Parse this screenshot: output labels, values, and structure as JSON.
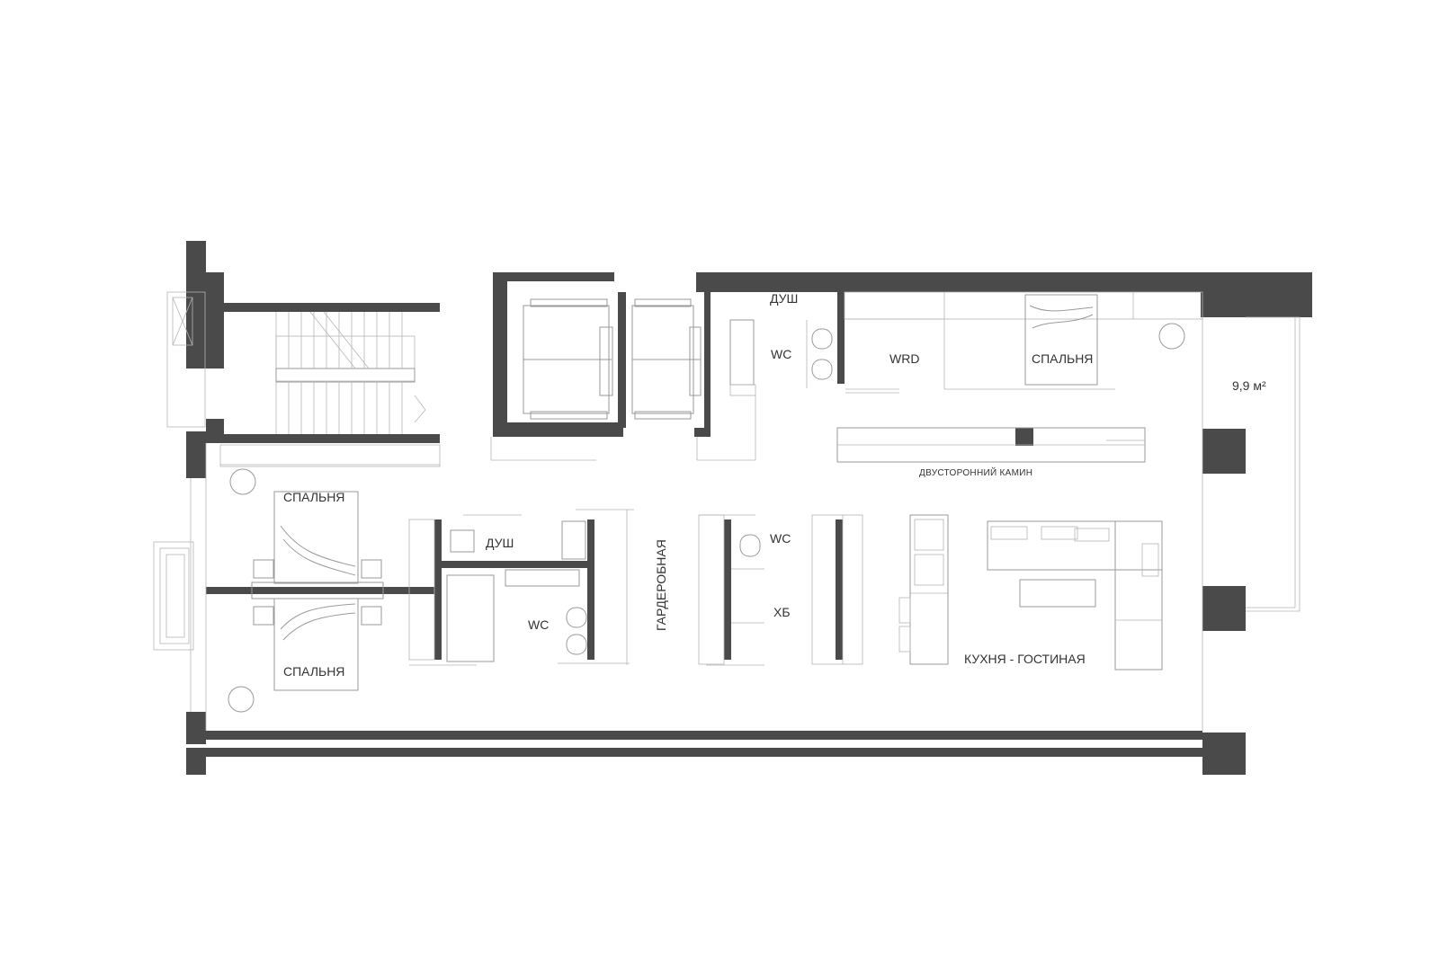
{
  "labels": {
    "shower_top": "ДУШ",
    "wc_top": "WC",
    "wrd": "WRD",
    "bedroom_top": "СПАЛЬНЯ",
    "balcony_area": "9,9 м²",
    "fireplace": "ДВУСТОРОННИЙ КАМИН",
    "bedroom_left_top": "СПАЛЬНЯ",
    "bedroom_left_bottom": "СПАЛЬНЯ",
    "shower_mid": "ДУШ",
    "wc_mid": "WC",
    "wardrobe": "ГАРДЕРОБНАЯ",
    "wc_right": "WC",
    "utility": "ХБ",
    "kitchen_living": "КУХНЯ - ГОСТИНАЯ"
  },
  "colors": {
    "wall": "#4a4a4a",
    "furniture_line": "#9a9a9a",
    "text": "#333333",
    "background": "#ffffff"
  }
}
